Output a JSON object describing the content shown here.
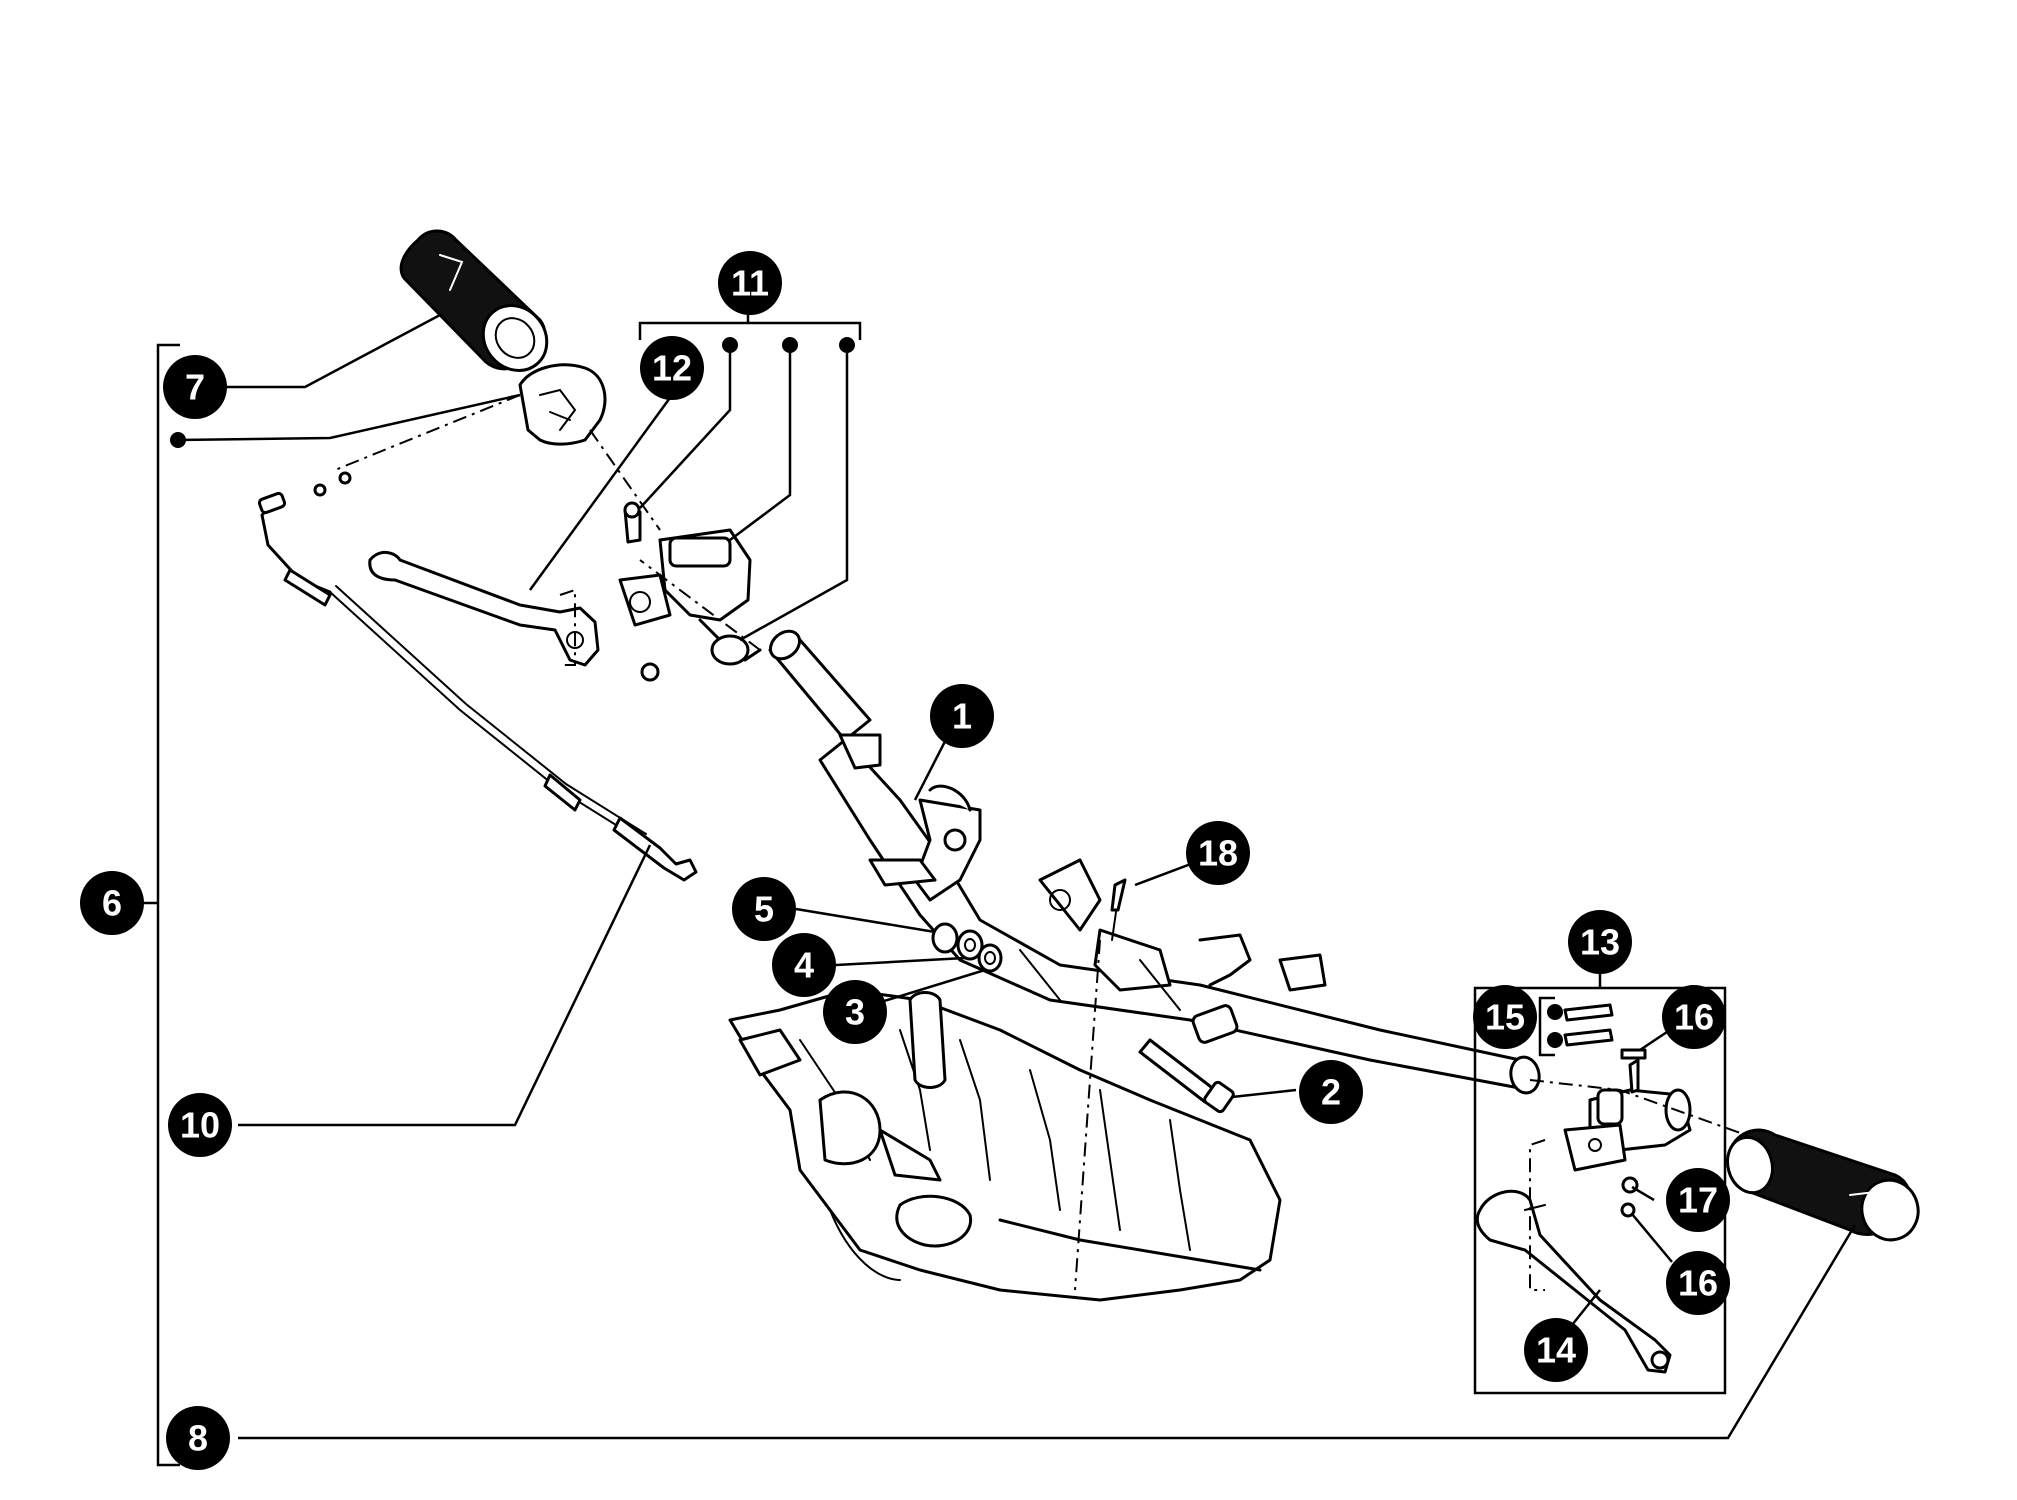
{
  "callouts": [
    {
      "id": "c1",
      "label": "1"
    },
    {
      "id": "c2",
      "label": "2"
    },
    {
      "id": "c3",
      "label": "3"
    },
    {
      "id": "c4",
      "label": "4"
    },
    {
      "id": "c5",
      "label": "5"
    },
    {
      "id": "c6",
      "label": "6"
    },
    {
      "id": "c7",
      "label": "7"
    },
    {
      "id": "c8",
      "label": "8"
    },
    {
      "id": "c10",
      "label": "10"
    },
    {
      "id": "c11",
      "label": "11"
    },
    {
      "id": "c12",
      "label": "12"
    },
    {
      "id": "c13",
      "label": "13"
    },
    {
      "id": "c14",
      "label": "14"
    },
    {
      "id": "c15",
      "label": "15"
    },
    {
      "id": "c16a",
      "label": "16"
    },
    {
      "id": "c16b",
      "label": "16"
    },
    {
      "id": "c17",
      "label": "17"
    },
    {
      "id": "c18",
      "label": "18"
    }
  ],
  "colors": {
    "ink": "#000000",
    "paper": "#ffffff"
  }
}
